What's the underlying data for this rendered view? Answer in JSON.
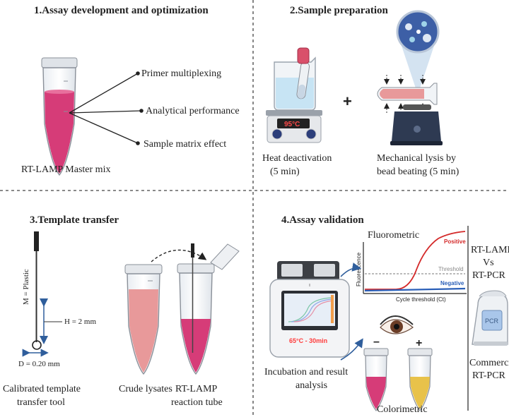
{
  "panels": {
    "p1": {
      "title": "1.Assay development and optimization",
      "tube_label": "RT-LAMP Master mix",
      "items": [
        "Primer multiplexing",
        "Analytical performance",
        "Sample matrix effect"
      ]
    },
    "p2": {
      "title": "2.Sample preparation",
      "plus": "+",
      "temp": "95°C",
      "heat_line1": "Heat deactivation",
      "heat_line2": "(5 min)",
      "mech_line1": "Mechanical lysis by",
      "mech_line2": "bead beating (5 min)"
    },
    "p3": {
      "title": "3.Template transfer",
      "material": "M = Plastic",
      "height": "H = 2 mm",
      "diameter": "D = 0.20 mm",
      "tool_line1": "Calibrated template",
      "tool_line2": "transfer tool",
      "crude": "Crude lysates",
      "rx_line1": "RT-LAMP",
      "rx_line2": "reaction tube"
    },
    "p4": {
      "title": "4.Assay validation",
      "fluoro_title": "Fluorometric",
      "y_axis": "Fluorescence",
      "x_axis": "Cycle threshold (Ct)",
      "positive": "Positive",
      "threshold": "Threshold",
      "negative": "Negative",
      "instrument_text": "65°C - 30min",
      "incub_line1": "Incubation and result",
      "incub_line2": "analysis",
      "minus": "–",
      "plus": "+",
      "colorimetric": "Colorimetric",
      "compare_1": "RT-LAMP",
      "compare_2": "Vs",
      "compare_3": "RT-PCR",
      "pcr_label": "PCR",
      "commercial_1": "Commercial",
      "commercial_2": "RT-PCR"
    }
  },
  "colors": {
    "pink_liquid": "#d63c78",
    "red_curve": "#d42a2a",
    "blue_curve": "#2a5fb8",
    "arrow_blue": "#2f5e9c",
    "yellow_liquid": "#e8c24a",
    "lysate": "#e8999a"
  }
}
